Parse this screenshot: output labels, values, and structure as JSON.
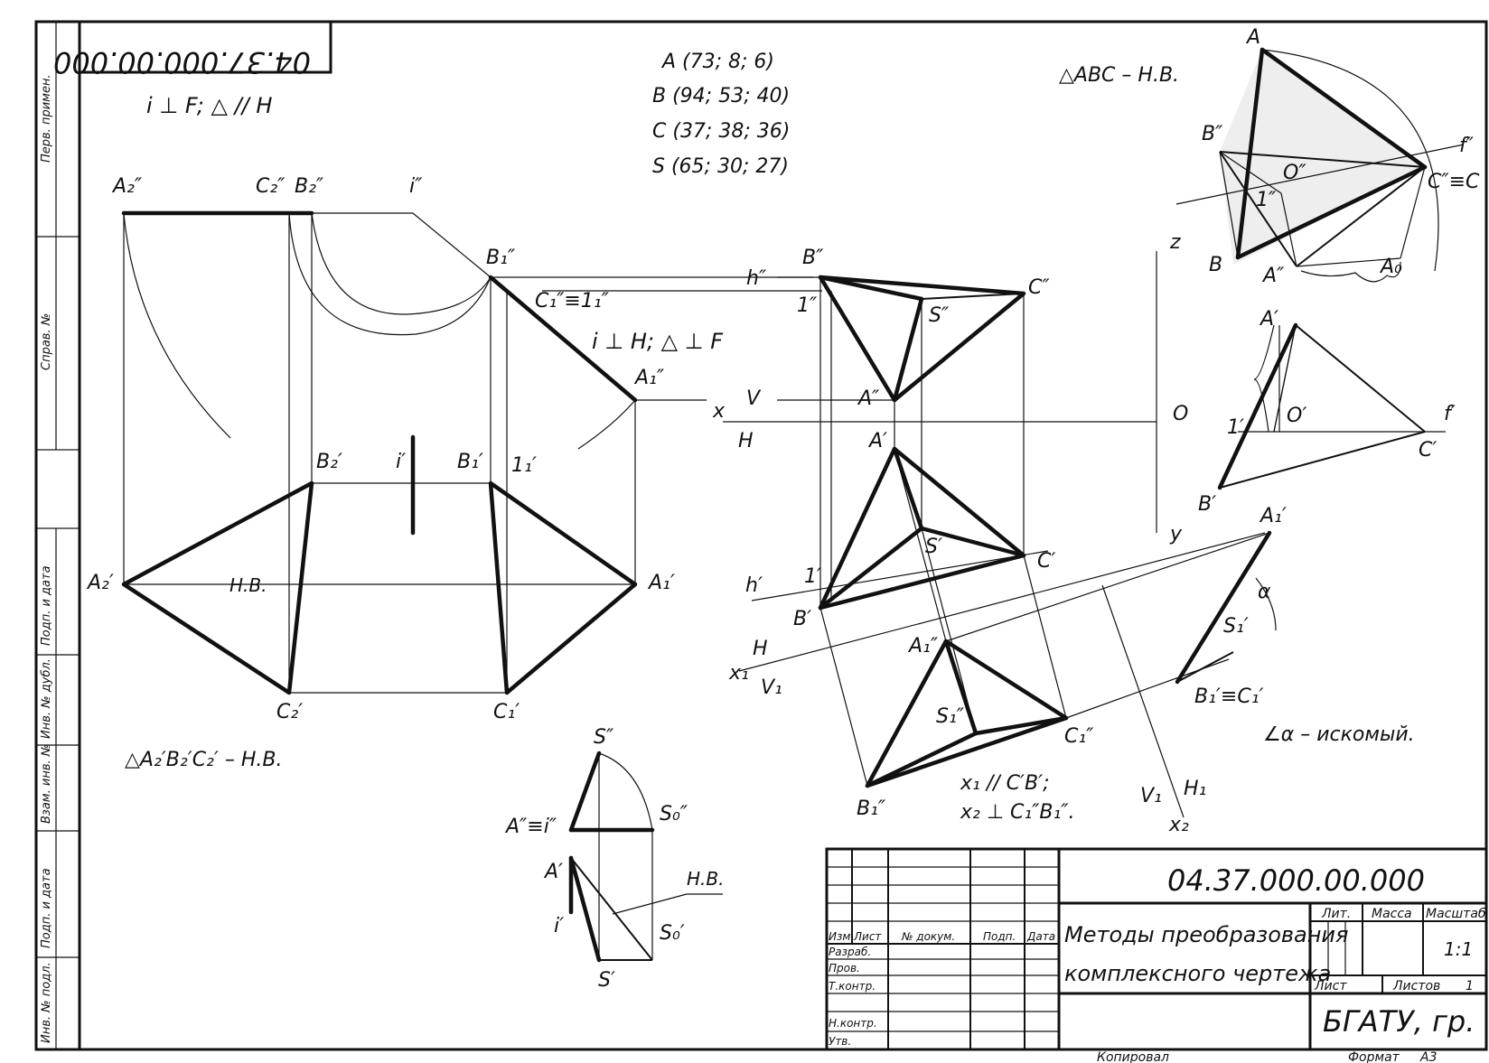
{
  "stamp": {
    "code_rotated": "04.37.000.00.000",
    "code": "04.37.000.00.000",
    "title_line1": "Методы преобразования",
    "title_line2": "комплексного чертежа",
    "org": "БГАТУ, гр.",
    "lit": "Лит.",
    "mass": "Масса",
    "scale_label": "Масштаб",
    "scale": "1:1",
    "sheet": "Лист",
    "sheets": "Листов",
    "sheets_n": "1",
    "col_izm": "Изм.",
    "col_list": "Лист",
    "col_doc": "№ докум.",
    "col_sign": "Подп.",
    "col_date": "Дата",
    "razrab": "Разраб.",
    "prov": "Пров.",
    "tkontr": "Т.контр.",
    "nkontr": "Н.контр.",
    "utv": "Утв.",
    "copied": "Копировал",
    "format": "Формат",
    "format_val": "A3"
  },
  "side": {
    "perv": "Перв. примен.",
    "sprav": "Справ. №",
    "podp1": "Подп. и дата",
    "inv_dubl": "Инв. № дубл.",
    "vzam": "Взам. инв. №",
    "podp2": "Подп. и дата",
    "inv_podl": "Инв. № подл."
  },
  "notes": {
    "coordA": "A (73; 8; 6)",
    "coordB": "B (94; 53; 40)",
    "coordC": "C (37; 38; 36)",
    "coordS": "S (65; 30; 27)",
    "cond1": "i ⊥ F; △ // H",
    "cond2": "i ⊥ H; △ ⊥ F",
    "abc_nv": "△ABC – Н.В.",
    "a2b2c2_nv": "△A₂′B₂′C₂′ – Н.В.",
    "alpha": "∠α – искомый.",
    "x1par": "x₁ // C′B′;",
    "x2perp": "x₂ ⊥ C₁″B₁″.",
    "hb_label": "Н.В.",
    "hb_label2": "Н.В."
  },
  "labels": {
    "A2pp": "A₂″",
    "C2pp": "C₂″",
    "B2pp": "B₂″",
    "ipp": "i″",
    "B1pp": "B₁″",
    "C1pp_eq": "C₁″≡1₁″",
    "A1pp": "A₁″",
    "B2p": "B₂′",
    "ip": "i′",
    "B1p": "B₁′",
    "one1p": "1₁′",
    "A2p": "A₂′",
    "A1p": "A₁′",
    "C2p": "C₂′",
    "C1p": "C₁′",
    "x": "x",
    "V": "V",
    "H": "H",
    "hpp": "h″",
    "Bpp": "B″",
    "Cpp": "C″",
    "onepp": "1″",
    "Spp": "S″",
    "App": "A″",
    "Ap": "A′",
    "Sp": "S′",
    "Cp": "C′",
    "hp": "h′",
    "onep": "1′",
    "Bp": "B′",
    "O": "O",
    "z": "z",
    "y": "y",
    "x1": "x₁",
    "H_": "H",
    "V1": "V₁",
    "A1pp_b": "A₁″",
    "S1pp": "S₁″",
    "C1pp": "C₁″",
    "B1pp_b": "B₁″",
    "V1b": "V₁",
    "H1": "H₁",
    "x2": "x₂",
    "A1p_r": "A₁′",
    "S1p": "S₁′",
    "alpha": "α",
    "B1p_eq": "B₁′≡C₁′",
    "A_top": "A",
    "B_top_pp": "B″",
    "O_pp": "O″",
    "fpp": "f″",
    "Cpp_eq": "C″≡C",
    "one_pp": "1″",
    "B_top": "B",
    "App_top": "A″",
    "A0": "A₀",
    "Ap_r": "A′",
    "one_p": "1′",
    "O_p": "O′",
    "fp": "f′",
    "Cp_r": "C′",
    "Bp_r": "B′",
    "S_pp": "S″",
    "S0pp": "S₀″",
    "App_eq": "A″≡i″",
    "Ap_b": "A′",
    "ip_b": "i′",
    "S0p": "S₀′",
    "Sp_b": "S′"
  }
}
